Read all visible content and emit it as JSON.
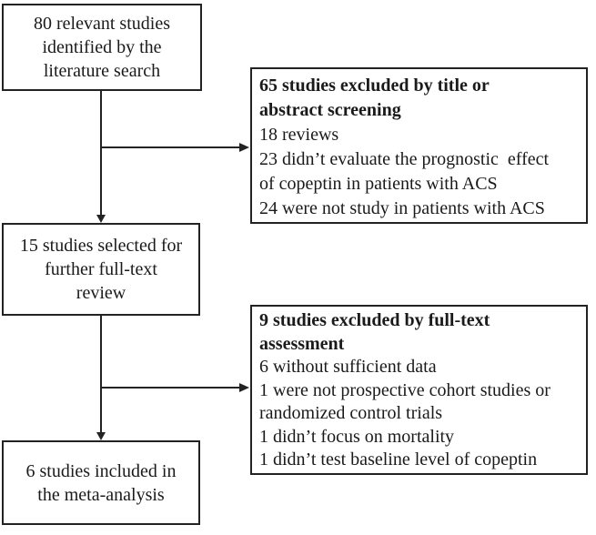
{
  "diagram": {
    "type": "flowchart",
    "subject": "meta-analysis study selection (PRISMA-style)",
    "colors": {
      "background": "#ffffff",
      "border": "#232323",
      "text": "#1a1a1a"
    },
    "boxes": {
      "identified": {
        "lines": [
          "80 relevant studies",
          "identified by the",
          "literature search"
        ]
      },
      "excluded_screening": {
        "title_lines": [
          "65 studies excluded by title or",
          "abstract screening"
        ],
        "reason_lines": [
          "18 reviews",
          "23 didn’t evaluate the prognostic  effect",
          "of copeptin in patients with ACS",
          "24 were not study in patients with ACS"
        ]
      },
      "fulltext_review": {
        "lines": [
          "15 studies selected for",
          "further full-text",
          "review"
        ]
      },
      "excluded_fulltext": {
        "title_lines": [
          "9 studies excluded by full-text",
          "assessment"
        ],
        "reason_lines": [
          "6 without sufficient data",
          "1 were not prospective cohort studies or",
          "randomized control trials",
          "1 didn’t focus on mortality",
          "1 didn’t test baseline level of copeptin"
        ]
      },
      "included": {
        "lines": [
          "6 studies included in",
          "the meta-analysis"
        ]
      }
    }
  }
}
